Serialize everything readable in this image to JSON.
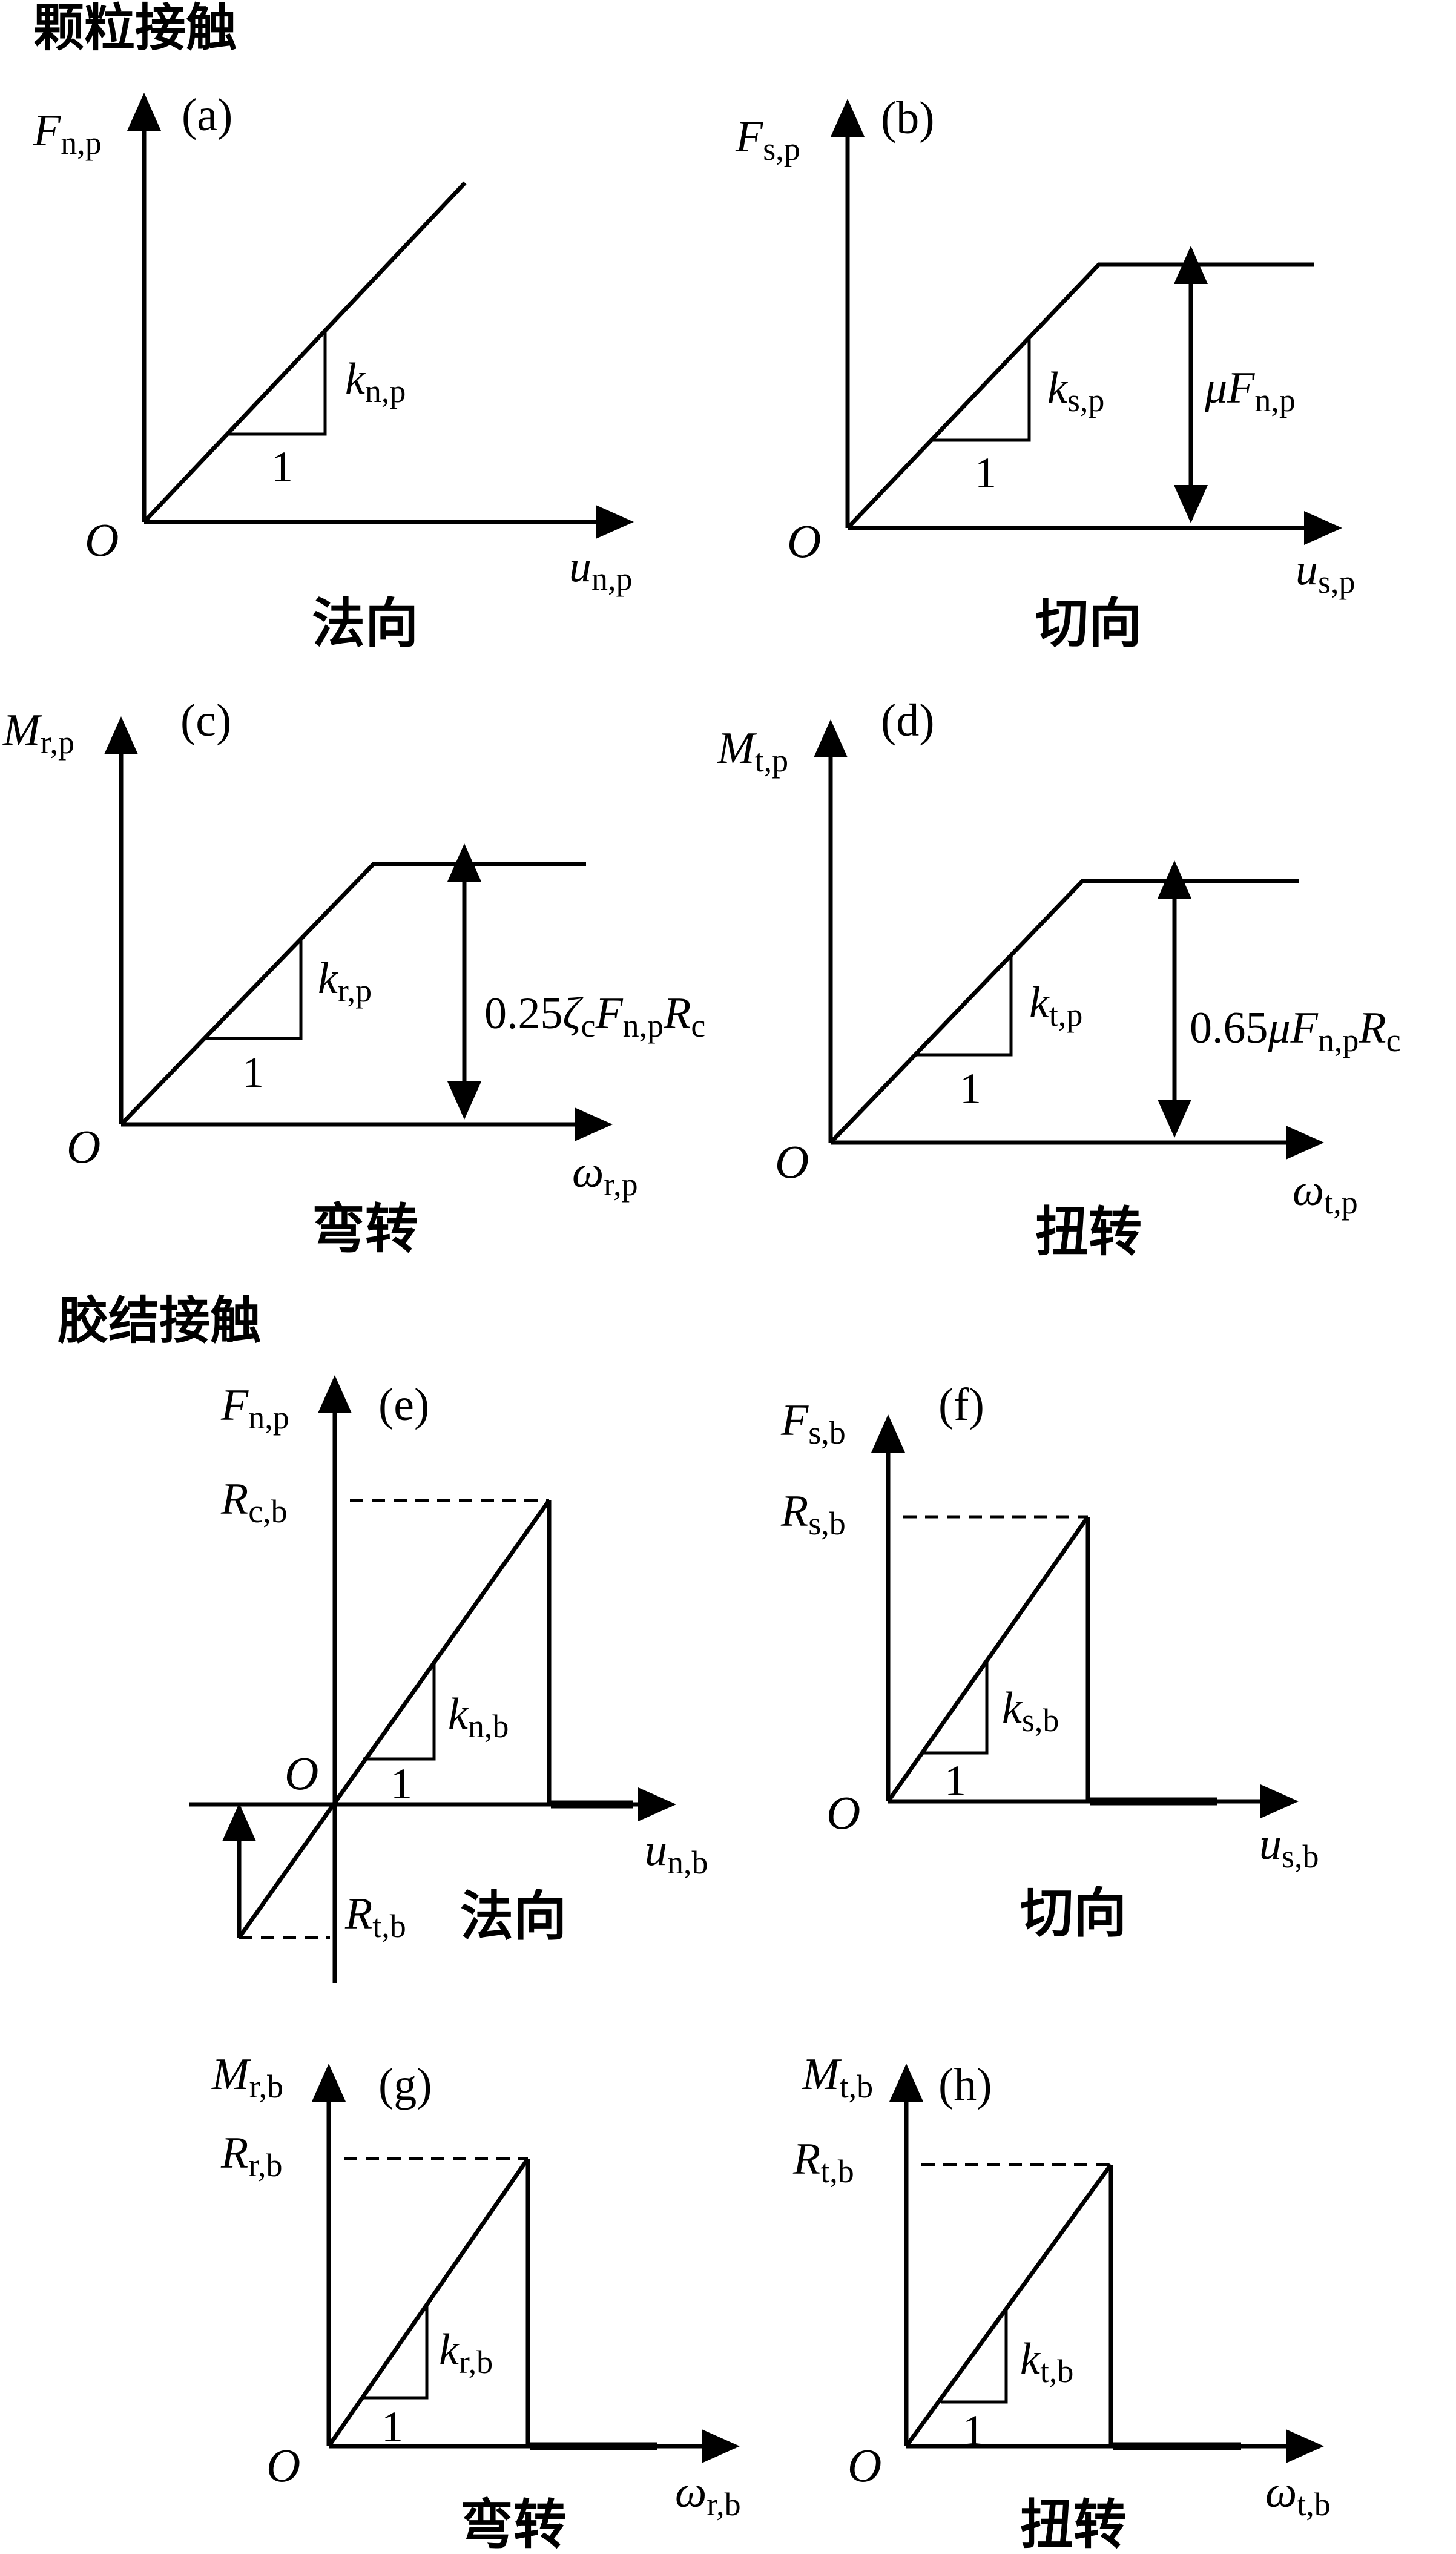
{
  "sections": {
    "particle_contact": "颗粒接触",
    "bond_contact": "胶结接触"
  },
  "origin": "O",
  "panels": [
    {
      "id": "a",
      "tag": "(a)",
      "y_main": "F",
      "y_sub": "n,p",
      "x_main": "u",
      "x_sub": "n,p",
      "k_main": "k",
      "k_sub": "n,p",
      "unit": "1",
      "caption": "法向"
    },
    {
      "id": "b",
      "tag": "(b)",
      "y_main": "F",
      "y_sub": "s,p",
      "x_main": "u",
      "x_sub": "s,p",
      "k_main": "k",
      "k_sub": "s,p",
      "unit": "1",
      "caption": "切向",
      "limit": {
        "pre": "",
        "a": "μF",
        "a_sub": "n,p",
        "b": "",
        "b_sub": ""
      }
    },
    {
      "id": "c",
      "tag": "(c)",
      "y_main": "M",
      "y_sub": "r,p",
      "x_main": "ω",
      "x_sub": "r,p",
      "k_main": "k",
      "k_sub": "r,p",
      "unit": "1",
      "caption": "弯转",
      "limit": {
        "pre": "0.25",
        "z": "ζ",
        "z_sub": "c",
        "a": "F",
        "a_sub": "n,p",
        "b": "R",
        "b_sub": "c"
      }
    },
    {
      "id": "d",
      "tag": "(d)",
      "y_main": "M",
      "y_sub": "t,p",
      "x_main": "ω",
      "x_sub": "t,p",
      "k_main": "k",
      "k_sub": "t,p",
      "unit": "1",
      "caption": "扭转",
      "limit": {
        "pre": "0.65",
        "a": "μF",
        "a_sub": "n,p",
        "b": "R",
        "b_sub": "c"
      }
    },
    {
      "id": "e",
      "tag": "(e)",
      "y_main": "F",
      "y_sub": "n,p",
      "x_main": "u",
      "x_sub": "n,b",
      "k_main": "k",
      "k_sub": "n,b",
      "unit": "1",
      "caption": "法向",
      "peak_main": "R",
      "peak_sub": "c,b",
      "trough_main": "R",
      "trough_sub": "t,b"
    },
    {
      "id": "f",
      "tag": "(f)",
      "y_main": "F",
      "y_sub": "s,b",
      "x_main": "u",
      "x_sub": "s,b",
      "k_main": "k",
      "k_sub": "s,b",
      "unit": "1",
      "caption": "切向",
      "peak_main": "R",
      "peak_sub": "s,b"
    },
    {
      "id": "g",
      "tag": "(g)",
      "y_main": "M",
      "y_sub": "r,b",
      "x_main": "ω",
      "x_sub": "r,b",
      "k_main": "k",
      "k_sub": "r,b",
      "unit": "1",
      "caption": "弯转",
      "peak_main": "R",
      "peak_sub": "r,b"
    },
    {
      "id": "h",
      "tag": "(h)",
      "y_main": "M",
      "y_sub": "t,b",
      "x_main": "ω",
      "x_sub": "t,b",
      "k_main": "k",
      "k_sub": "t,b",
      "unit": "1",
      "caption": "扭转",
      "peak_main": "R",
      "peak_sub": "t,b"
    }
  ]
}
